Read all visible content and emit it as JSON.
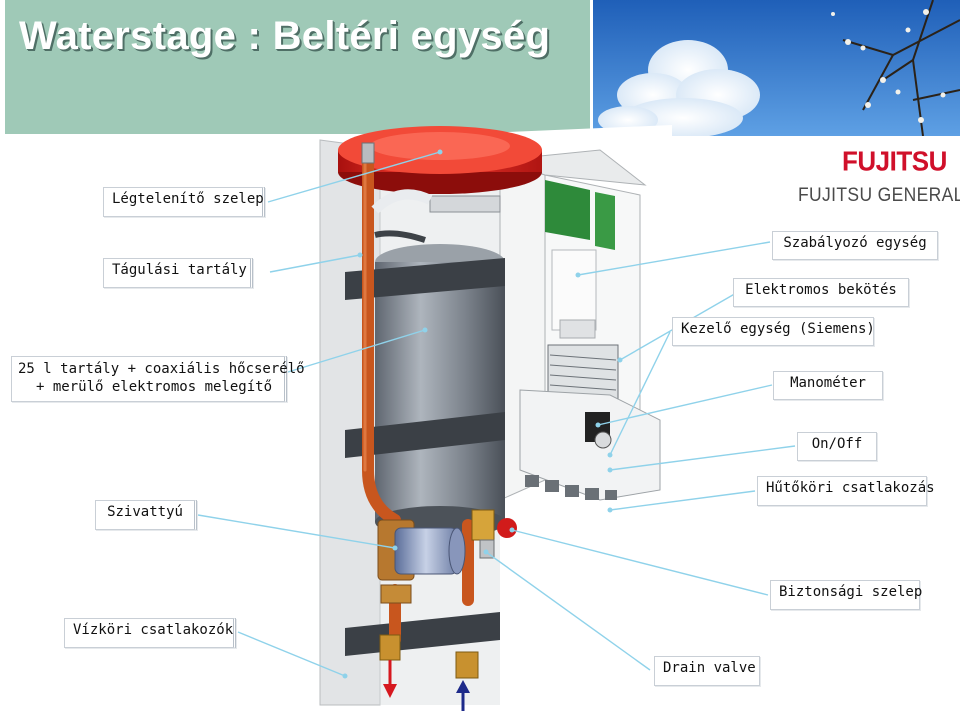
{
  "title": "Waterstage : Beltéri egység",
  "logo": {
    "mark": "FUJITSU",
    "sub": "FUJITSU GENERAL"
  },
  "labels": {
    "legtelenito": "Légtelenítő szelep",
    "tagulasi": "Tágulási tartály",
    "tartaly_line1": "25 l tartály + coaxiális hőcserélő",
    "tartaly_line2": "+ merülő elektromos melegítő",
    "szivattyu": "Szivattyú",
    "vizkori": "Vízköri csatlakozók",
    "szabalyozo": "Szabályozó egység",
    "elektromos": "Elektromos bekötés",
    "kezelo": "Kezelő egység (Siemens)",
    "manometer": "Manométer",
    "onoff": "On/Off",
    "hutokori": "Hűtőköri csatlakozás",
    "biztonsagi": "Biztonsági szelep",
    "drain": "Drain valve"
  },
  "colors": {
    "title_bg": "#9fc9b7",
    "tank_top": "#d9231f",
    "pipe": "#c8561e",
    "outlet_arrow": "#d6181f",
    "inlet_arrow": "#1d2a8a",
    "leader": "#8fd2ea"
  },
  "icons": [
    "down-arrow-icon",
    "up-arrow-icon"
  ]
}
